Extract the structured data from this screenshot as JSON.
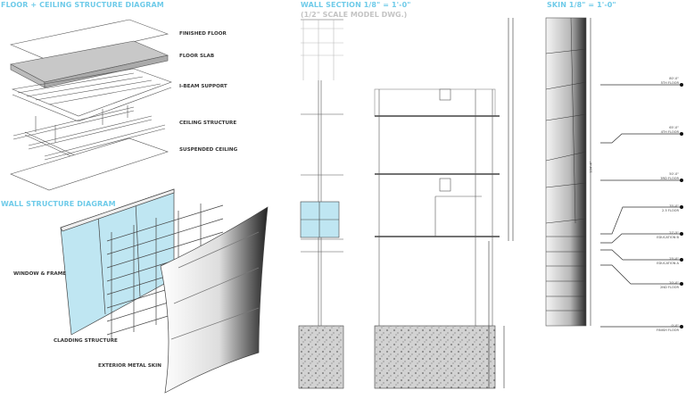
{
  "floor_diagram": {
    "title": "FLOOR + CEILING STRUCTURE DIAGRAM",
    "labels": [
      "FINISHED FLOOR",
      "FLOOR SLAB",
      "I-BEAM SUPPORT",
      "CEILING STRUCTURE",
      "SUSPENDED CEILING"
    ]
  },
  "wall_diagram": {
    "title": "WALL STRUCTURE DIAGRAM",
    "labels": [
      "WINDOW & FRAME",
      "CLADDING STRUCTURE",
      "EXTERIOR METAL SKIN"
    ]
  },
  "wall_section": {
    "title": "WALL SECTION 1/8\" = 1'-0\"",
    "subtitle": "(1/2\" SCALE MODEL DWG.)"
  },
  "skin": {
    "title": "SKIN 1/8\" = 1'-0\"",
    "overall_dimension": "104'-4\"",
    "levels": [
      {
        "elevation": "80'-0\"",
        "name": "5TH FLOOR"
      },
      {
        "elevation": "65'-0\"",
        "name": "4TH FLOOR"
      },
      {
        "elevation": "50'-0\"",
        "name": "3RD FLOOR"
      },
      {
        "elevation": "35'-0\"",
        "name": "2.5 FLOOR"
      },
      {
        "elevation": "27'-5\"",
        "name": "EDUCATION B"
      },
      {
        "elevation": "25'-0\"",
        "name": "EDUCATION A"
      },
      {
        "elevation": "20'-0\"",
        "name": "2ND FLOOR"
      },
      {
        "elevation": "0'-0\"",
        "name": "FINISH FLOOR"
      }
    ]
  },
  "colors": {
    "accent": "#6fcbe9",
    "glass": "#bfe6f2",
    "subtitle": "#c4c4c4"
  }
}
